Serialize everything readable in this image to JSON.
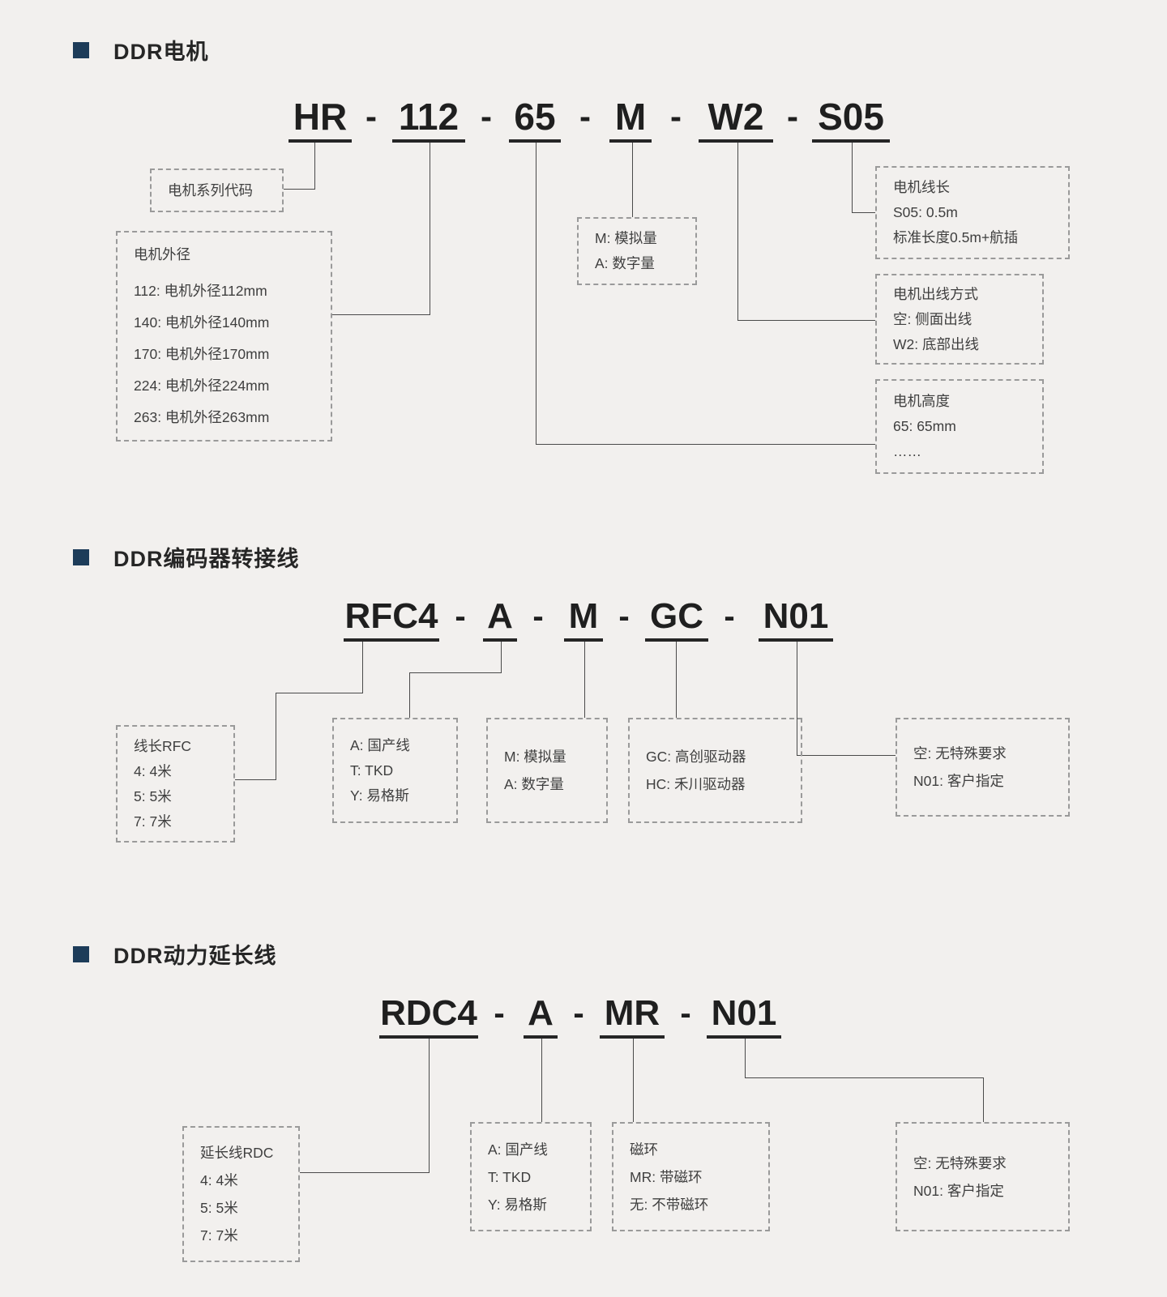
{
  "colors": {
    "background": "#f2f0ee",
    "accent_bullet": "#1d3c59",
    "text": "#3f3f3f",
    "code_text": "#1f1f1f",
    "connector_line": "#4a4a4a",
    "box_border": "#9a9a9a"
  },
  "sections": [
    {
      "title": "DDR电机",
      "sep": "-",
      "segments": [
        "HR",
        "112",
        "65",
        "M",
        "W2",
        "S05"
      ],
      "boxes": {
        "series": {
          "lines": [
            "电机系列代码"
          ]
        },
        "diameter": {
          "lines": [
            "电机外径",
            "112: 电机外径112mm",
            "140: 电机外径140mm",
            "170: 电机外径170mm",
            "224: 电机外径224mm",
            "263: 电机外径263mm"
          ]
        },
        "signal": {
          "lines": [
            "M: 模拟量",
            "A: 数字量"
          ]
        },
        "cable": {
          "lines": [
            "电机线长",
            "S05: 0.5m",
            "标准长度0.5m+航插"
          ]
        },
        "outlet": {
          "lines": [
            "电机出线方式",
            "空: 侧面出线",
            "W2: 底部出线"
          ]
        },
        "height": {
          "lines": [
            "电机高度",
            "65: 65mm",
            "……"
          ]
        }
      }
    },
    {
      "title": "DDR编码器转接线",
      "sep": "-",
      "segments": [
        "RFC4",
        "A",
        "M",
        "GC",
        "N01"
      ],
      "boxes": {
        "length": {
          "lines": [
            "线长RFC",
            "4: 4米",
            "5: 5米",
            "7: 7米"
          ]
        },
        "brand": {
          "lines": [
            "A: 国产线",
            "T: TKD",
            "Y: 易格斯"
          ]
        },
        "signal": {
          "lines": [
            "M: 模拟量",
            "A: 数字量"
          ]
        },
        "driver": {
          "lines": [
            "GC: 高创驱动器",
            "HC: 禾川驱动器"
          ]
        },
        "custom": {
          "lines": [
            "空: 无特殊要求",
            "N01: 客户指定"
          ]
        }
      }
    },
    {
      "title": "DDR动力延长线",
      "sep": "-",
      "segments": [
        "RDC4",
        "A",
        "MR",
        "N01"
      ],
      "boxes": {
        "length": {
          "lines": [
            "延长线RDC",
            "4: 4米",
            "5: 5米",
            "7: 7米"
          ]
        },
        "brand": {
          "lines": [
            "A: 国产线",
            "T: TKD",
            "Y: 易格斯"
          ]
        },
        "ring": {
          "lines": [
            "磁环",
            "MR: 带磁环",
            "无: 不带磁环"
          ]
        },
        "custom": {
          "lines": [
            "空: 无特殊要求",
            "N01: 客户指定"
          ]
        }
      }
    }
  ]
}
